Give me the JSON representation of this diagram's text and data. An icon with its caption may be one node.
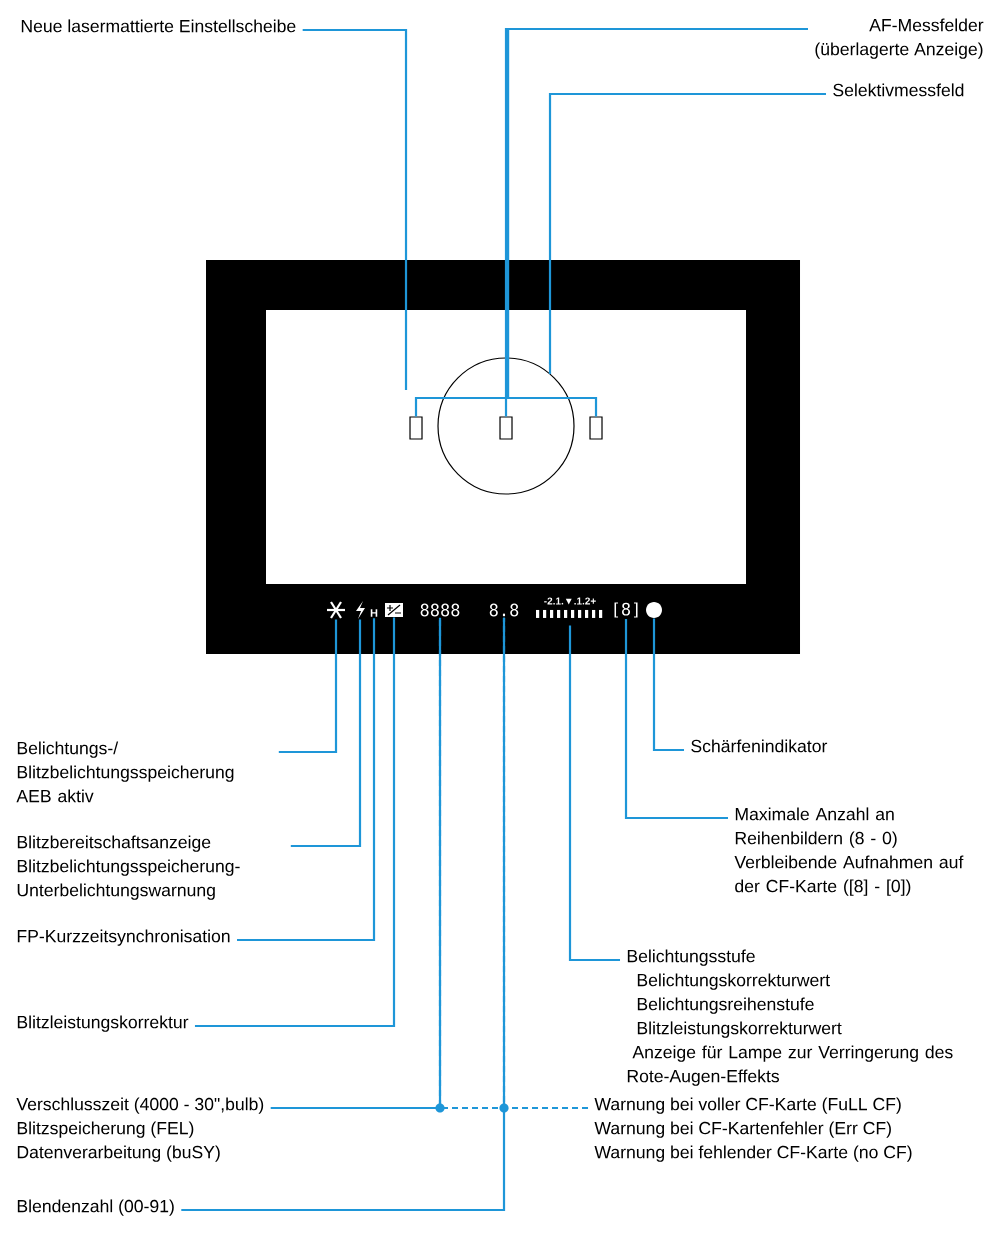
{
  "diagram": {
    "nodes": [
      {
        "text": [
          "Neue lasermattierte Einstellscheibe"
        ]
      },
      {
        "text": [
          "AF-Messfelder",
          "(überlagerte Anzeige)"
        ]
      },
      {
        "text": [
          "Selektivmessfeld"
        ]
      },
      {
        "text": [],
        "shape": "box"
      },
      {
        "text": [],
        "shape": "circle",
        "in": 3
      },
      {
        "text": [],
        "shape": "box",
        "in": 3
      },
      {
        "text": [],
        "shape": "box",
        "in": 4
      },
      {
        "text": [],
        "shape": "box",
        "in": 3
      },
      {
        "text": [],
        "shape": "asterisk"
      },
      {
        "text": [],
        "shape": "lightning"
      },
      {
        "text": [
          "H"
        ]
      },
      {
        "text": [],
        "shape": "box"
      },
      {
        "text": [
          "8888"
        ]
      },
      {
        "text": [
          "8.8"
        ]
      },
      {
        "text": [
          "-2.1.▼.1.2+"
        ]
      },
      {
        "text": [
          "[8]"
        ]
      },
      {
        "text": [],
        "shape": "circle"
      },
      {
        "text": [
          "Belichtungs-/ Blitzbelichtungsspeicherung",
          "AEB aktiv"
        ]
      },
      {
        "text": [
          "Blitzbereitschaftsanzeige",
          "Blitzbelichtungsspeicherung- Unterbelichtungswarnung"
        ]
      },
      {
        "text": [
          "FP-Kurzzeitsynchronisation"
        ]
      },
      {
        "text": [
          "Blitzleistungskorrektur"
        ]
      },
      {
        "text": [
          "Verschlusszeit (4000 - 30\",bulb)",
          "Blitzspeicherung (FEL)",
          "Datenverarbeitung (buSY)"
        ]
      },
      {
        "text": [
          "Blendenzahl (00-91)"
        ]
      },
      {
        "text": [
          "Schärfenindikator"
        ]
      },
      {
        "text": [
          "Maximale Anzahl an Reihenbildern (8 - 0)",
          "Verbleibende Aufnahmen auf der CF-Karte ([8] - [0])"
        ]
      },
      {
        "text": [
          "Belichtungsstufe",
          "Belichtungskorrekturwert",
          "Belichtungsreihenstufe",
          "Blitzleistungskorrekturwert",
          "Anzeige für Lampe zur Verringerung des Rote-Augen-Effekts"
        ]
      },
      {
        "text": [
          "Warnung bei voller CF-Karte (FuLL CF)",
          "Warnung bei CF-Kartenfehler (Err CF)",
          "Warnung bei fehlender CF-Karte (no CF)"
        ]
      }
    ],
    "edges": [
      {
        "from": 0,
        "to": 3,
        "arrow": "none"
      },
      {
        "from": 1,
        "to": 5,
        "arrow": "none"
      },
      {
        "from": 1,
        "to": 6,
        "arrow": "none"
      },
      {
        "from": 1,
        "to": 7,
        "arrow": "none"
      },
      {
        "from": 2,
        "to": 4,
        "arrow": "none"
      },
      {
        "from": 17,
        "to": 8,
        "arrow": "none"
      },
      {
        "from": 18,
        "to": 9,
        "arrow": "none"
      },
      {
        "from": 19,
        "to": 10,
        "arrow": "none"
      },
      {
        "from": 20,
        "to": 11,
        "arrow": "none"
      },
      {
        "from": 21,
        "to": 12,
        "arrow": "none"
      },
      {
        "from": 26,
        "to": 12,
        "arrow": "none",
        "style": "dashed"
      },
      {
        "from": 26,
        "to": 13,
        "arrow": "none",
        "style": "dashed"
      },
      {
        "from": 22,
        "to": 13,
        "arrow": "none"
      },
      {
        "from": 25,
        "to": 14,
        "arrow": "none"
      },
      {
        "from": 24,
        "to": 15,
        "arrow": "none"
      },
      {
        "from": 23,
        "to": 16,
        "arrow": "none"
      }
    ]
  }
}
